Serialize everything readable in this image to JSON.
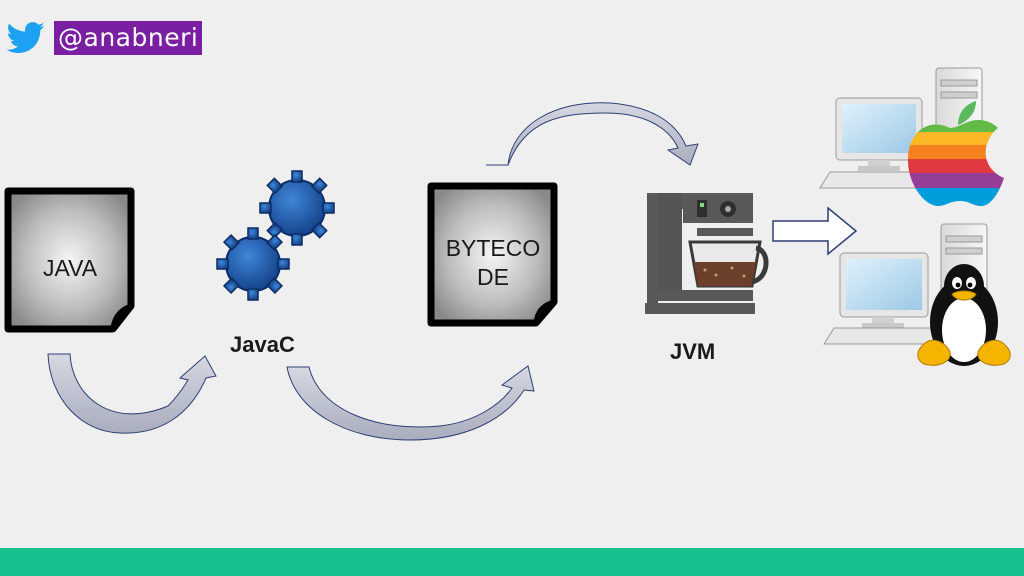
{
  "header": {
    "twitter_handle": "@anabneri",
    "icon": "twitter-bird-icon"
  },
  "diagram": {
    "java_file_label": "JAVA",
    "compiler_label": "JavaC",
    "bytecode_label_line1": "BYTECO",
    "bytecode_label_line2": "DE",
    "jvm_label": "JVM",
    "platforms": [
      "apple-logo-icon",
      "linux-tux-icon"
    ]
  },
  "colors": {
    "twitter_blue": "#1da1f2",
    "handle_bg": "#7b1fa2",
    "footer_bar": "#17bf8f",
    "gear_blue": "#1f5fb0",
    "arrow_fill": "#b9bcc9"
  }
}
